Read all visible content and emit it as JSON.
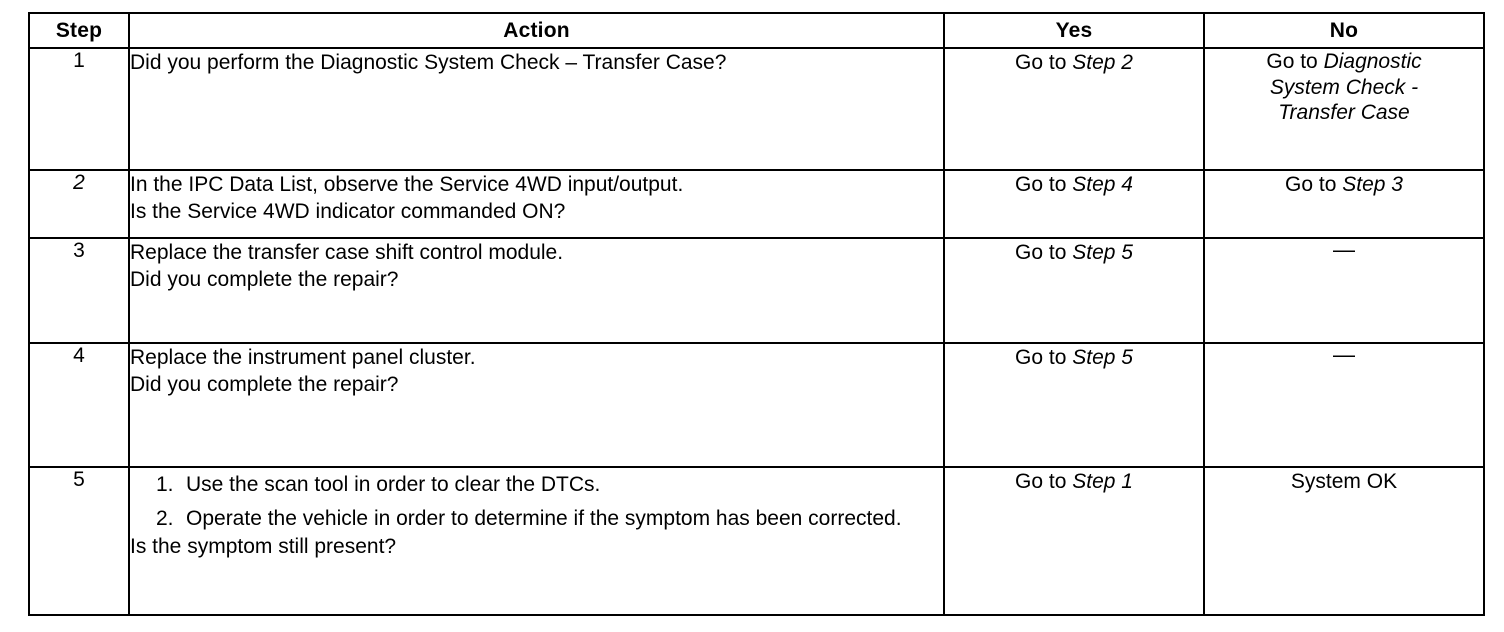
{
  "table": {
    "headers": {
      "step": "Step",
      "action": "Action",
      "yes": "Yes",
      "no": "No"
    },
    "rows": [
      {
        "step": "1",
        "step_italic": false,
        "action": {
          "top_lines": [
            "Did you perform the Diagnostic System Check – Transfer Case?"
          ],
          "bottom_lines": []
        },
        "yes": {
          "align": "bottom",
          "lines": [
            {
              "prefix": "Go to ",
              "italic": "Step 2"
            }
          ]
        },
        "no": {
          "align": "top",
          "lines": [
            {
              "prefix": "Go to ",
              "italic": "Diagnostic"
            },
            {
              "prefix": "",
              "italic": "System Check -"
            },
            {
              "prefix": "",
              "italic": "Transfer Case"
            }
          ]
        }
      },
      {
        "step": "2",
        "step_italic": true,
        "action": {
          "top_lines": [
            "In the IPC Data List, observe the Service 4WD input/output."
          ],
          "bottom_lines": [
            "Is the Service 4WD indicator commanded ON?"
          ]
        },
        "yes": {
          "align": "bottom",
          "lines": [
            {
              "prefix": "Go to ",
              "italic": "Step 4"
            }
          ]
        },
        "no": {
          "align": "bottom",
          "lines": [
            {
              "prefix": "Go to ",
              "italic": "Step 3"
            }
          ]
        }
      },
      {
        "step": "3",
        "step_italic": false,
        "action": {
          "top_lines": [
            "Replace the transfer case shift control module."
          ],
          "bottom_lines": [
            "Did you complete the repair?"
          ]
        },
        "yes": {
          "align": "bottom",
          "lines": [
            {
              "prefix": "Go to ",
              "italic": "Step 5"
            }
          ]
        },
        "no": {
          "align": "center",
          "dash": "—",
          "lines": []
        }
      },
      {
        "step": "4",
        "step_italic": false,
        "action": {
          "top_lines": [
            "Replace the instrument panel cluster."
          ],
          "bottom_lines": [
            "Did you complete the repair?"
          ]
        },
        "yes": {
          "align": "bottom",
          "lines": [
            {
              "prefix": "Go to ",
              "italic": "Step 5"
            }
          ]
        },
        "no": {
          "align": "center",
          "dash": "—",
          "lines": []
        }
      },
      {
        "step": "5",
        "step_italic": false,
        "action": {
          "list": [
            {
              "marker": "1.",
              "text": "Use the scan tool in order to clear the DTCs."
            },
            {
              "marker": "2.",
              "text": "Operate the vehicle in order to determine if the symptom has been corrected."
            }
          ],
          "bottom_lines": [
            "Is the symptom still present?"
          ]
        },
        "yes": {
          "align": "bottom",
          "lines": [
            {
              "prefix": "Go to ",
              "italic": "Step 1"
            }
          ]
        },
        "no": {
          "align": "bottom",
          "lines": [
            {
              "prefix": "System OK",
              "italic": ""
            }
          ]
        }
      }
    ]
  }
}
